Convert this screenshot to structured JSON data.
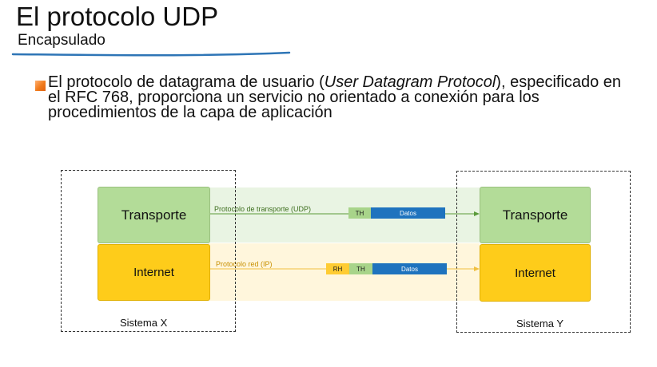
{
  "slide": {
    "title": "El protocolo UDP",
    "subtitle": "Encapsulado",
    "bullet": {
      "text_before": "El protocolo de datagrama de usuario (",
      "text_italic": "User Datagram Protocol",
      "text_after": "), especificado en el RFC 768, proporciona un servicio no orientado a conexión para los procedimientos de la capa de aplicación"
    }
  },
  "diagram": {
    "system_x": {
      "label": "Sistema X",
      "transport": "Transporte",
      "internet": "Internet"
    },
    "system_y": {
      "label": "Sistema Y",
      "transport": "Transporte",
      "internet": "Internet"
    },
    "transport_protocol_label": "Protocolo de transporte (UDP)",
    "network_protocol_label": "Protocolo red (IP)",
    "headers": {
      "th": "TH",
      "rh": "RH",
      "data": "Datos"
    },
    "colors": {
      "transport": "#b3dc98",
      "internet": "#fecc1a",
      "data": "#1e73be",
      "accent_line": "#2e75b6",
      "bullet": "#f07a1a"
    }
  }
}
